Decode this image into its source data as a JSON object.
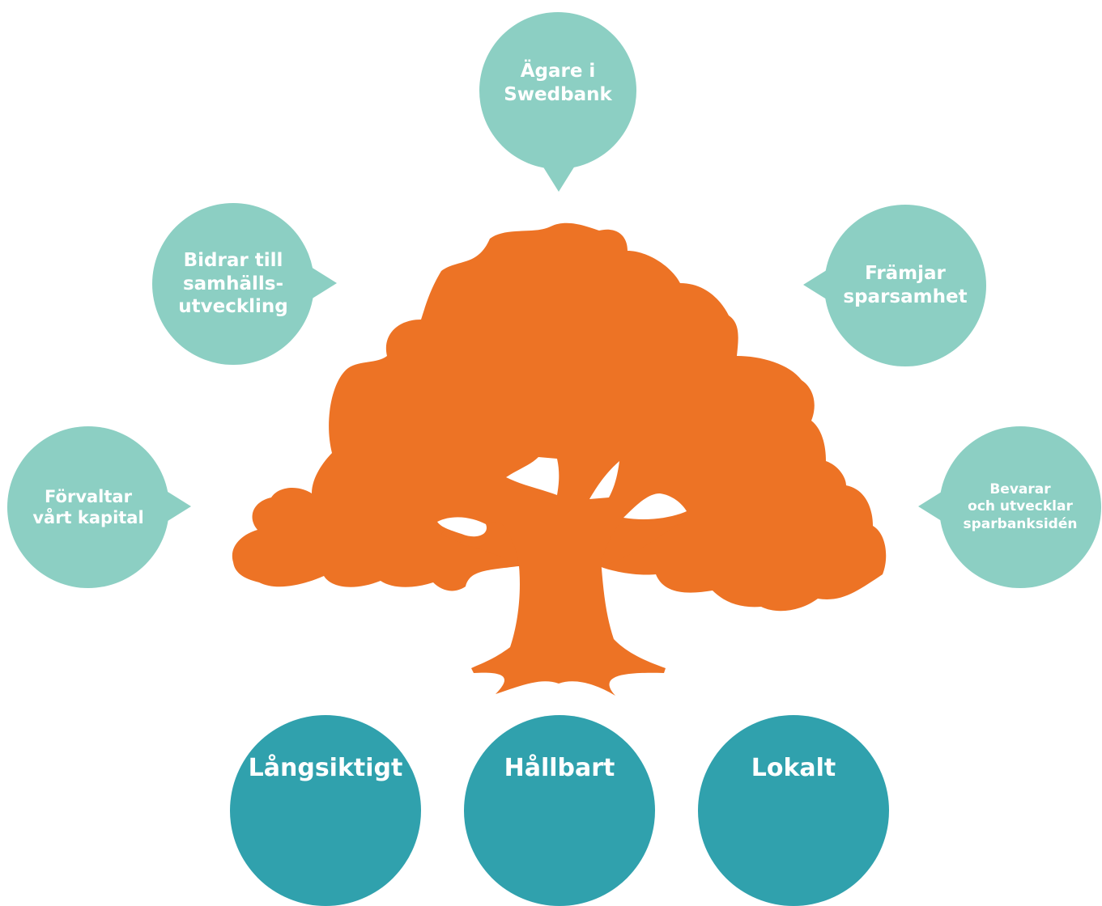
{
  "colors": {
    "bubble": "#8ccfc3",
    "value": "#30a1ad",
    "tree": "#ed7325",
    "text": "#ffffff"
  },
  "bubbles": [
    {
      "text": "Ägare i\nSwedbank"
    },
    {
      "text": "Bidrar till\nsamhälls-\nutveckling"
    },
    {
      "text": "Främjar\nsparsamhet"
    },
    {
      "text": "Förvaltar\nvårt kapital"
    },
    {
      "text": "Bevarar\noch utvecklar\nsparbanksidén"
    }
  ],
  "values": [
    {
      "text": "Långsiktigt"
    },
    {
      "text": "Hållbart"
    },
    {
      "text": "Lokalt"
    }
  ]
}
